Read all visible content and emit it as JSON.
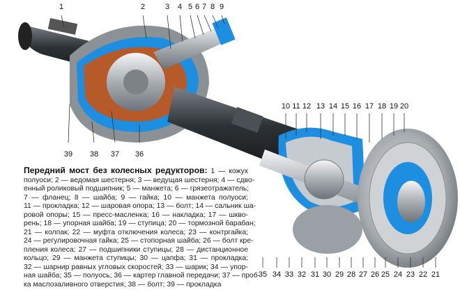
{
  "caption": {
    "title": "Передний мост без колесных редукторов:",
    "first_line_rest": " 1 — кожух",
    "lines": [
      "полуоси; 2 — ведомая шестерня; 3 — ведущая шестерня; 4 — сдво-",
      "енный роликовый подшипник; 5 — манжета; 6 — грязеотражатель;",
      "7 — фланец; 8 — шайба; 9 — гайка; 10 — манжета полуоси;",
      "11 — прокладка; 12 — шаровая опора; 13 — болт; 14 — сальник ша-",
      "ровой опоры; 15 — пресс-масленка; 16 — накладка; 17 — шкво-",
      "рень; 18 — упорная шайба; 19 — ступица; 20 — тормозной барабан;",
      "21 — колпак; 22 — муфта отключения колеса; 23 — контргайка;",
      "24 — регулировочная гайка; 25 — стопорная шайба; 26 — болт кре-",
      "пления колеса; 27 — подшипники ступицы; 28 — дистанционное",
      "кольцо; 29 — манжета ступицы; 30 — цапфа; 31 — прокладка;",
      "32 — шарнир равных угловых скоростей; 33 — шарик; 34 — упор-",
      "ная шайба; 35 — полуось; 36 — картер главной передачи; 37 — проб-",
      "ка маслозаливного отверстия; 38 — болт; 39 — прокладка"
    ]
  },
  "labels": {
    "top_left": [
      "1",
      "2",
      "3",
      "4",
      "5",
      "6",
      "7",
      "8",
      "9"
    ],
    "lower_left": [
      "39",
      "38",
      "37",
      "36"
    ],
    "right_top": [
      "10",
      "11",
      "12",
      "13",
      "14",
      "15",
      "16",
      "17",
      "18",
      "19",
      "20"
    ],
    "bottom": [
      "35",
      "34",
      "33",
      "32",
      "31",
      "30",
      "29",
      "28",
      "27",
      "26",
      "25",
      "24",
      "23",
      "22",
      "21"
    ]
  },
  "colors": {
    "cutaway": "#1e8fe0",
    "housing": "#3a3f44",
    "gear": "#b65a2a",
    "steel": "#c9cdd2"
  }
}
